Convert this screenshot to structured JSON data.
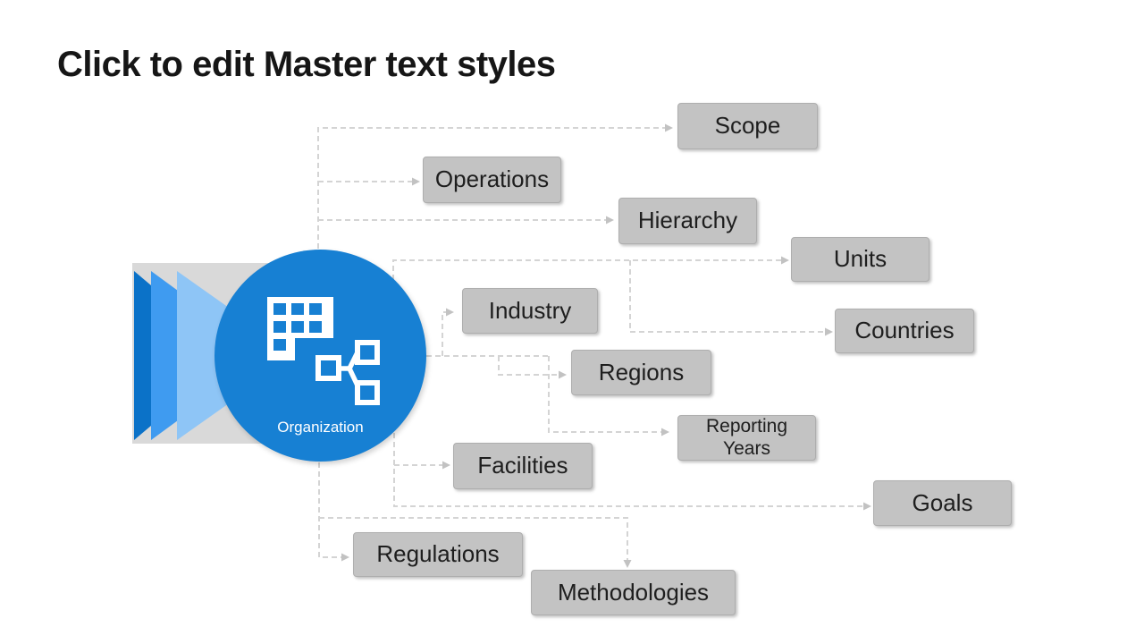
{
  "slide": {
    "title": "Click to edit Master text styles",
    "background": "#ffffff"
  },
  "diagram": {
    "center": {
      "label": "Organization",
      "shape": "circle",
      "color": "#1780d3",
      "icons": [
        "table-grid-icon",
        "org-chart-icon"
      ]
    },
    "decoration": {
      "rect_color": "#d9d9d9",
      "triangle_colors": [
        "#0b72c8",
        "#3f9bf0",
        "#8ec5f6"
      ]
    },
    "connector_style": {
      "line_color": "#d4d4d4",
      "arrow_color": "#c2c2c2",
      "dashed": true
    },
    "node_style": {
      "fill": "#c3c3c3",
      "text_color": "#1e1e1e"
    },
    "nodes": [
      {
        "id": "scope",
        "label": "Scope"
      },
      {
        "id": "operations",
        "label": "Operations"
      },
      {
        "id": "hierarchy",
        "label": "Hierarchy"
      },
      {
        "id": "units",
        "label": "Units"
      },
      {
        "id": "countries",
        "label": "Countries"
      },
      {
        "id": "industry",
        "label": "Industry"
      },
      {
        "id": "regions",
        "label": "Regions"
      },
      {
        "id": "reporting-years",
        "label": "Reporting Years"
      },
      {
        "id": "facilities",
        "label": "Facilities"
      },
      {
        "id": "goals",
        "label": "Goals"
      },
      {
        "id": "regulations",
        "label": "Regulations"
      },
      {
        "id": "methodologies",
        "label": "Methodologies"
      }
    ]
  }
}
